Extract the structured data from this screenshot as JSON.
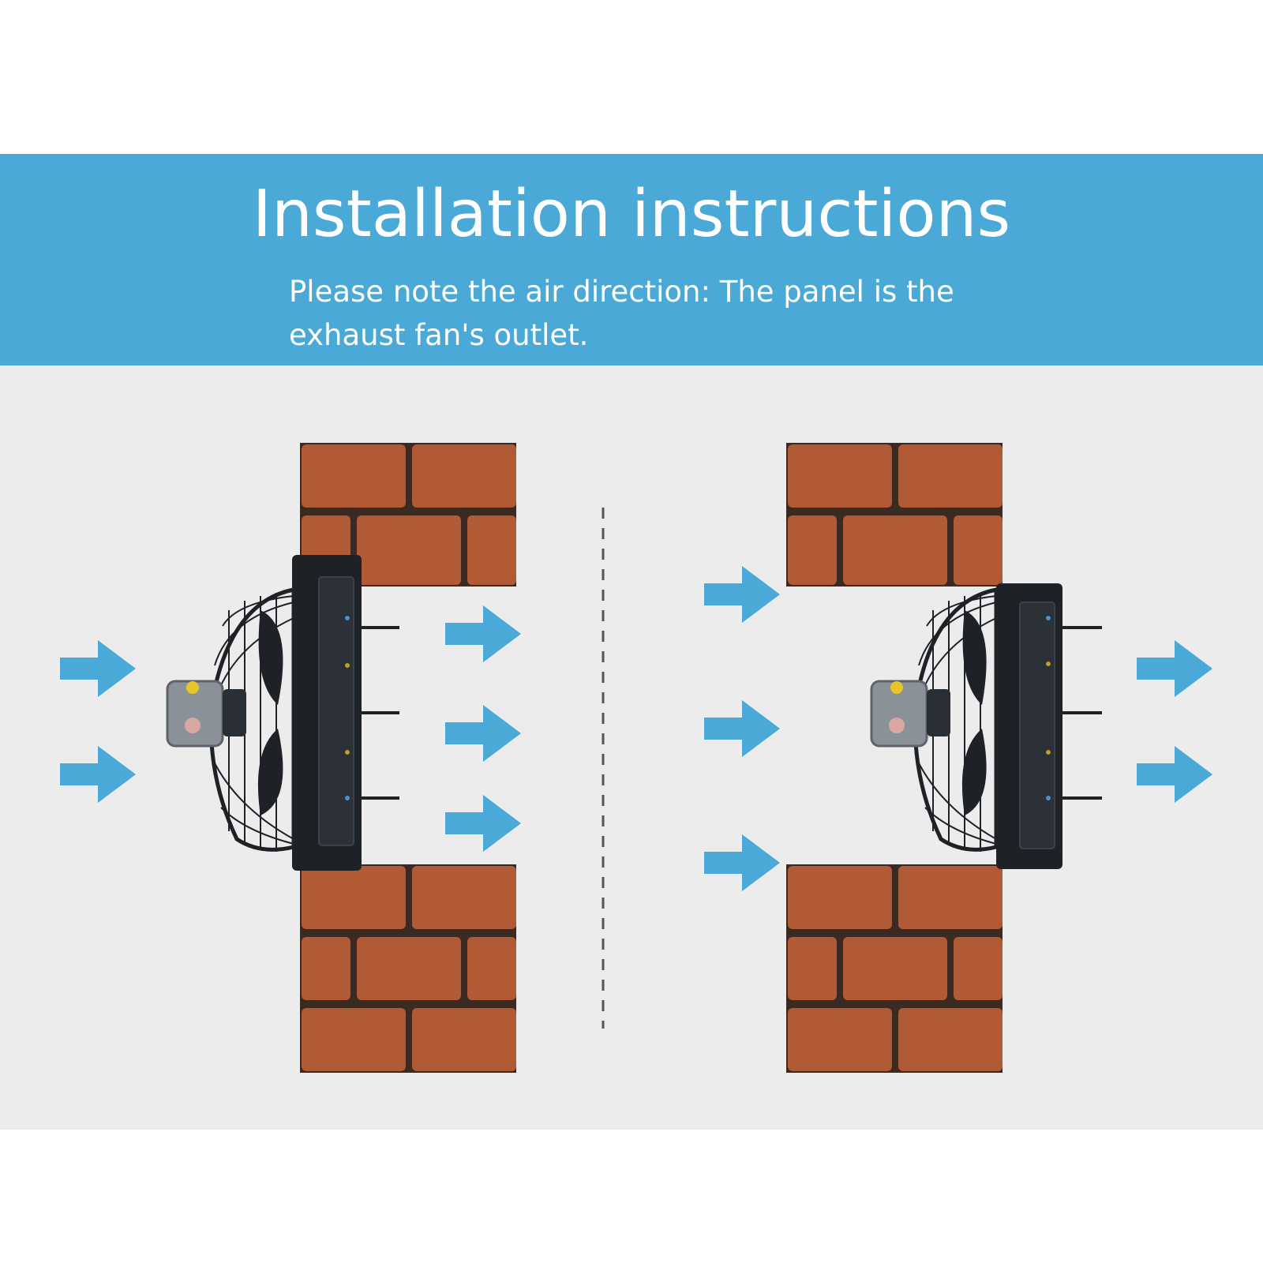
{
  "header": {
    "title": "Installation instructions",
    "note": "Please note the air direction: The panel is the exhaust fan's outlet."
  },
  "colors": {
    "banner": "#4aa9d6",
    "background": "#ececec",
    "brick": "#b05a36",
    "mortar": "#3b2a22",
    "arrow": "#4aa9d6",
    "fan": "#1e2226"
  },
  "scenes": [
    {
      "name": "left",
      "fan_side": "outside",
      "airflow": "left-to-right"
    },
    {
      "name": "right",
      "fan_side": "inside",
      "airflow": "left-to-right"
    }
  ]
}
